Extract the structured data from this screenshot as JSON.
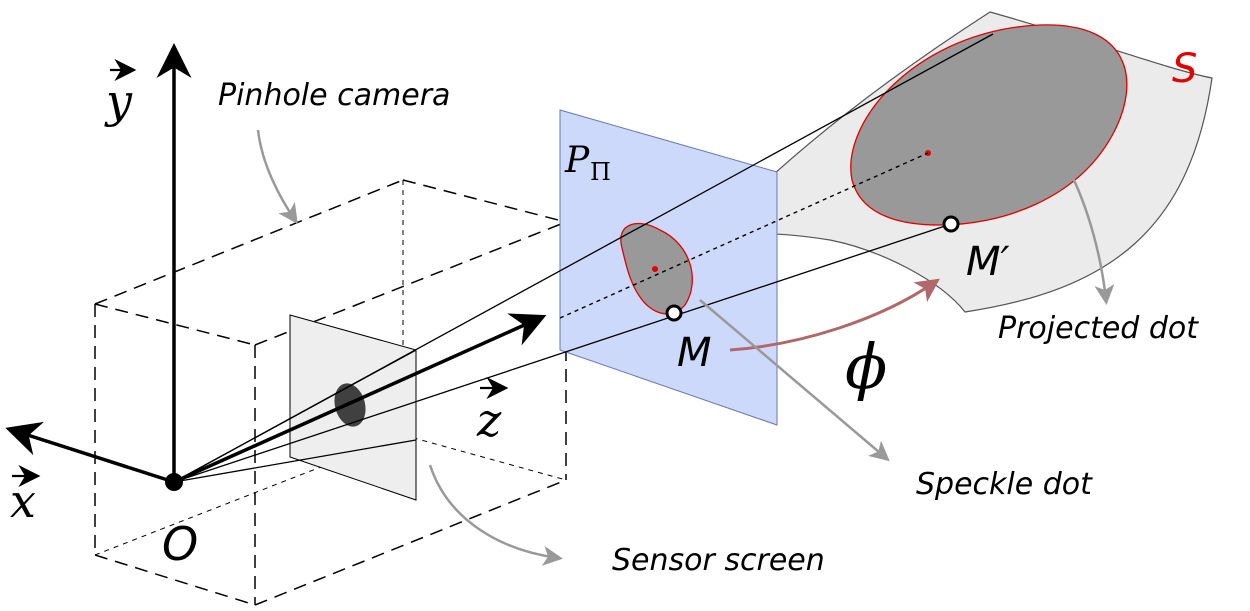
{
  "labels": {
    "y_axis": "y",
    "x_axis": "x",
    "z_axis": "z",
    "origin": "O",
    "plane": "P",
    "plane_sub": "Π",
    "surface": "S",
    "point_m": "M",
    "point_m_prime": "M′",
    "phi": "ϕ",
    "pinhole_camera": "Pinhole camera",
    "sensor_screen": "Sensor screen",
    "speckle_dot": "Speckle dot",
    "projected_dot": "Projected dot"
  },
  "colors": {
    "line": "#000000",
    "plane_fill": "#ccd9fb",
    "plane_stroke": "#6a78b0",
    "surface_fill": "#ebebeb",
    "surface_stroke": "#555555",
    "dot_fill": "#999999",
    "dot_stroke": "#e00000",
    "sensor_fill": "#eeeeee",
    "sensor_dot": "#404040",
    "callout_arrow": "#999999",
    "phi_arrow": "#b06868",
    "surface_label": "#e00000"
  }
}
